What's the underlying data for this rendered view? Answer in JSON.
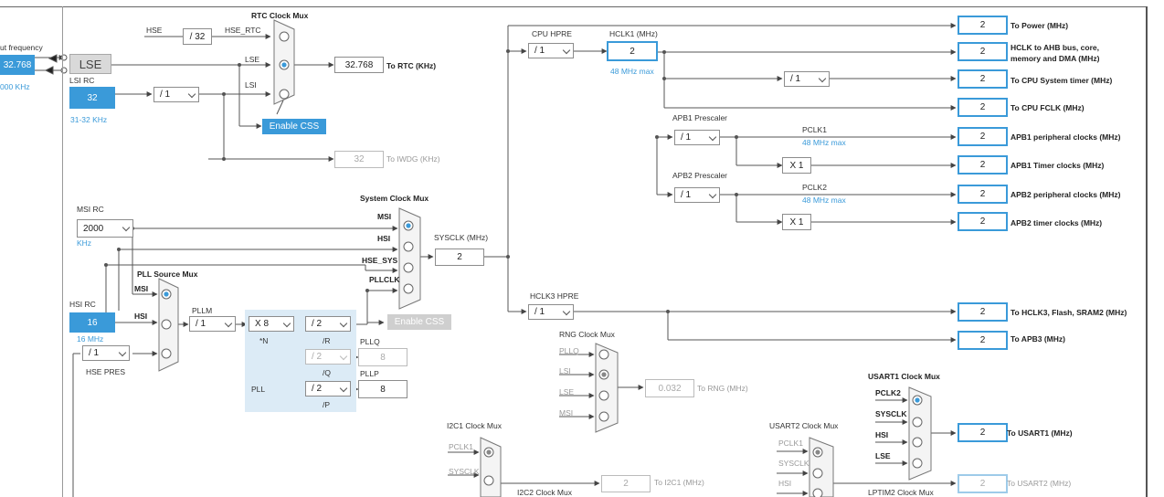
{
  "rtc_mux": {
    "title": "RTC Clock Mux",
    "hse": "HSE",
    "div32": "/ 32",
    "hse_rtc": "HSE_RTC",
    "lse": "LSE",
    "lsi": "LSI",
    "out_value": "32.768",
    "out_label": "To RTC (KHz)",
    "enable_css": "Enable CSS"
  },
  "lse": {
    "input_label": "ut frequency",
    "value": "32.768",
    "button": "LSE",
    "range": "000 KHz"
  },
  "lsi": {
    "title": "LSI RC",
    "value": "32",
    "range": "31-32 KHz",
    "div": "/ 1"
  },
  "iwdg": {
    "value": "32",
    "label": "To IWDG (KHz)"
  },
  "msi": {
    "title": "MSI RC",
    "value": "2000",
    "unit": "KHz"
  },
  "sysmux": {
    "title": "System Clock Mux",
    "msi": "MSI",
    "hsi": "HSI",
    "hse_sys": "HSE_SYS",
    "pllclk": "PLLCLK",
    "enable_css": "Enable CSS"
  },
  "sysclk": {
    "label": "SYSCLK (MHz)",
    "value": "2"
  },
  "pll_src": {
    "title": "PLL Source Mux",
    "msi": "MSI",
    "hsi": "HSI"
  },
  "hsi": {
    "title": "HSI RC",
    "value": "16",
    "freq": "16 MHz"
  },
  "hse_pres": {
    "value": "/ 1",
    "label": "HSE PRES"
  },
  "pll": {
    "pllm_label": "PLLM",
    "pllm": "/ 1",
    "n": "X 8",
    "n_label": "*N",
    "r": "/ 2",
    "r_label": "/R",
    "q": "/ 2",
    "q_label": "/Q",
    "p": "/ 2",
    "p_label": "/P",
    "pllq_label": "PLLQ",
    "pllq": "8",
    "pllp_label": "PLLP",
    "pllp": "8",
    "pll_label": "PLL"
  },
  "cpu": {
    "hpre_label": "CPU HPRE",
    "hpre": "/ 1",
    "hclk1_label": "HCLK1 (MHz)",
    "hclk1": "2",
    "hclk1_max": "48 MHz max",
    "systimer_div": "/ 1"
  },
  "apb1": {
    "label": "APB1 Prescaler",
    "div": "/ 1",
    "pclk": "PCLK1",
    "max": "48 MHz max",
    "x1": "X 1"
  },
  "apb2": {
    "label": "APB2 Prescaler",
    "div": "/ 1",
    "pclk": "PCLK2",
    "max": "48 MHz max",
    "x1": "X 1"
  },
  "hclk3": {
    "label": "HCLK3 HPRE",
    "div": "/ 1"
  },
  "outputs": [
    {
      "value": "2",
      "label": "To Power (MHz)"
    },
    {
      "value": "2",
      "label": "HCLK to AHB bus, core,",
      "label2": "memory and DMA (MHz)"
    },
    {
      "value": "2",
      "label": "To CPU System timer (MHz)"
    },
    {
      "value": "2",
      "label": "To CPU FCLK (MHz)"
    },
    {
      "value": "2",
      "label": "APB1 peripheral clocks (MHz)"
    },
    {
      "value": "2",
      "label": "APB1 Timer clocks (MHz)"
    },
    {
      "value": "2",
      "label": "APB2 peripheral clocks (MHz)"
    },
    {
      "value": "2",
      "label": "APB2 timer clocks (MHz)"
    },
    {
      "value": "2",
      "label": "To HCLK3, Flash, SRAM2 (MHz)"
    },
    {
      "value": "2",
      "label": "To APB3 (MHz)"
    }
  ],
  "rng": {
    "title": "RNG Clock Mux",
    "in1": "PLLQ",
    "in2": "LSI",
    "in3": "LSE",
    "in4": "MSI",
    "value": "0.032",
    "label": "To RNG (MHz)"
  },
  "usart1": {
    "title": "USART1 Clock Mux",
    "in1": "PCLK2",
    "in2": "SYSCLK",
    "in3": "HSI",
    "in4": "LSE",
    "value": "2",
    "label": "To USART1 (MHz)"
  },
  "i2c1": {
    "title": "I2C1 Clock Mux",
    "in1": "PCLK1",
    "in2": "SYSCLK",
    "value": "2",
    "label": "To I2C1 (MHz)",
    "next_title": "I2C2 Clock Mux"
  },
  "usart2": {
    "title": "USART2 Clock Mux",
    "in1": "PCLK1",
    "in2": "SYSCLK",
    "in3": "HSI",
    "value": "2",
    "label": "To USART2 (MHz)",
    "next_title": "LPTIM2 Clock Mux"
  },
  "colors": {
    "accent": "#3a9ad9",
    "wire": "#555555"
  }
}
